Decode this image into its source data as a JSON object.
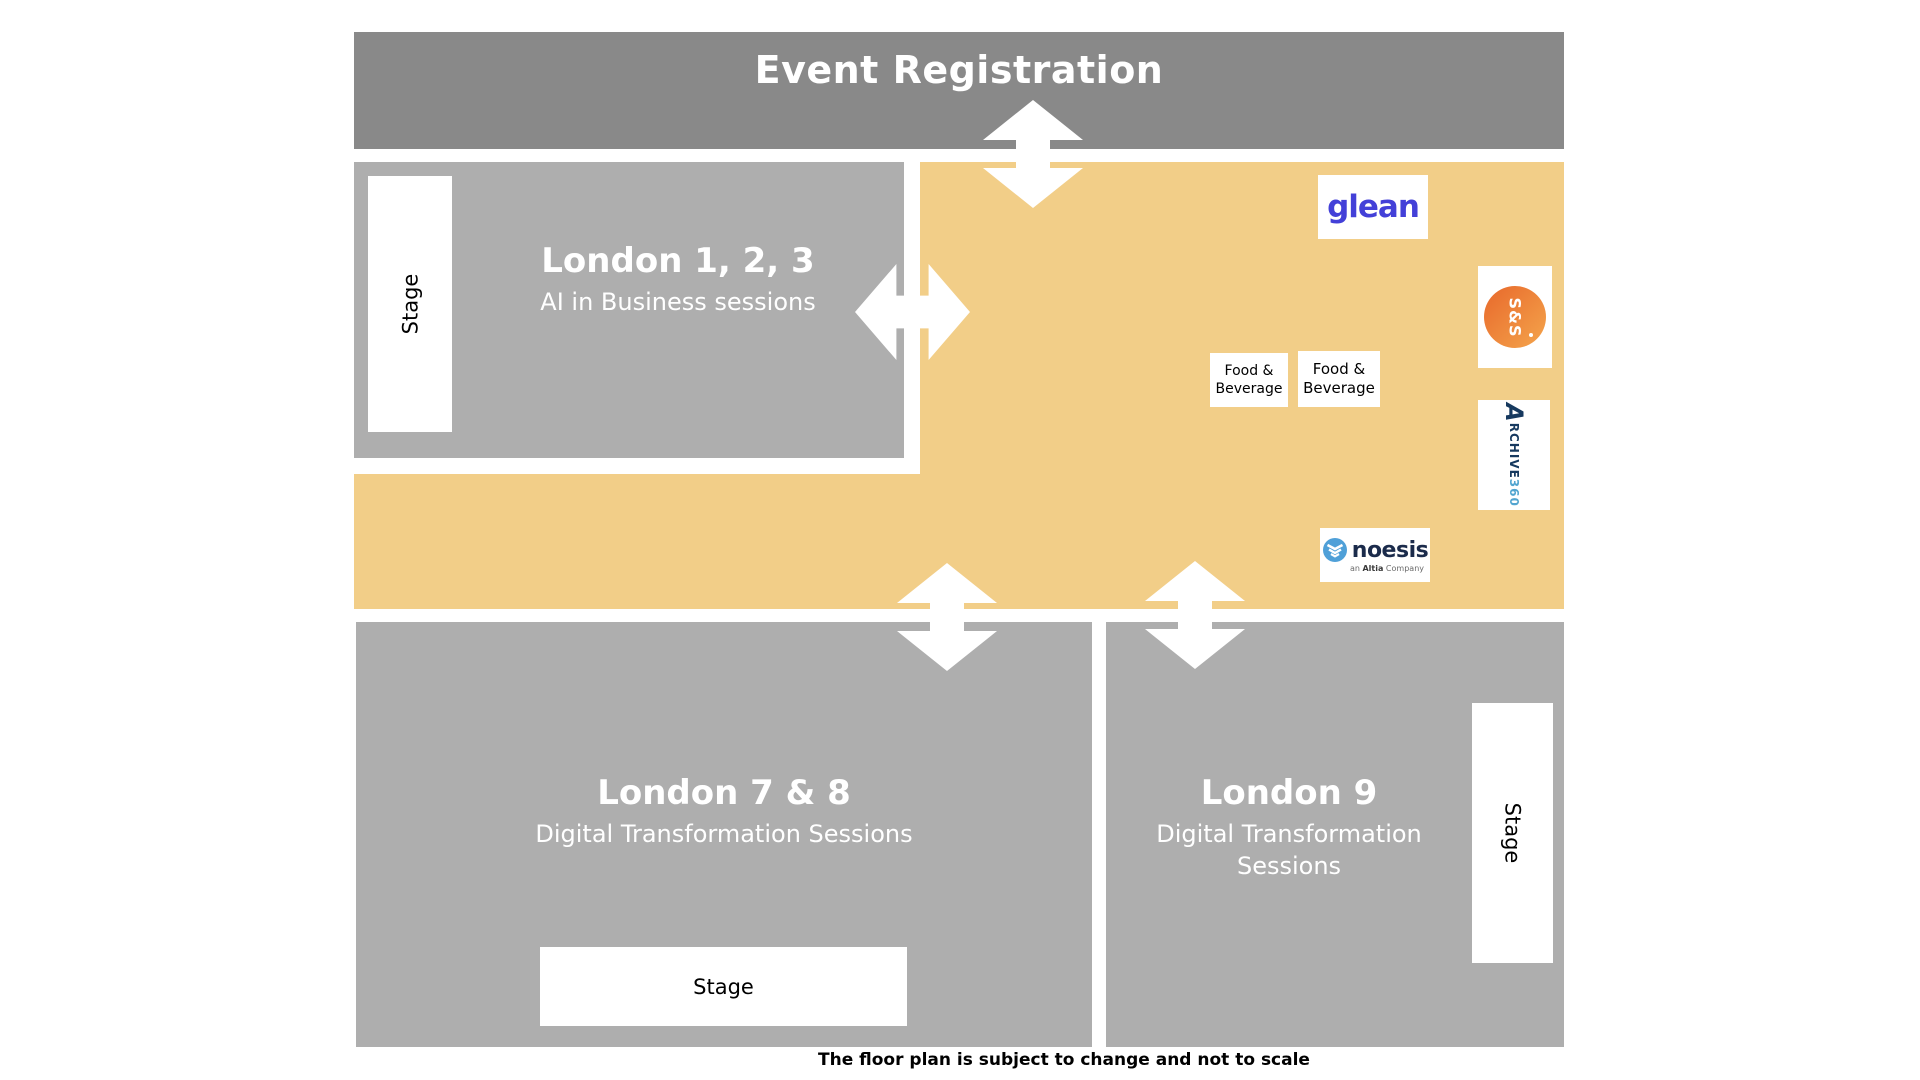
{
  "registration": {
    "label": "Event Registration"
  },
  "rooms": {
    "london123": {
      "title": "London 1, 2, 3",
      "subtitle": "AI in Business sessions",
      "stage_label": "Stage"
    },
    "london78": {
      "title": "London 7 & 8",
      "subtitle": "Digital Transformation Sessions",
      "stage_label": "Stage"
    },
    "london9": {
      "title": "London 9",
      "subtitle": "Digital Transformation Sessions",
      "stage_label": "Stage"
    }
  },
  "expo": {
    "food_beverage_1": "Food & Beverage",
    "food_beverage_2": "Food & Beverage",
    "sponsors": {
      "glean": {
        "label": "glean"
      },
      "ss": {
        "label": "S&S"
      },
      "archive360": {
        "mark": "A",
        "rest": "RCHIVE",
        "suffix": "360"
      },
      "noesis": {
        "name": "noesis",
        "tagline_pre": "an ",
        "tagline_bold": "Altia",
        "tagline_post": " Company"
      }
    }
  },
  "footer": {
    "caption": "The floor plan is subject to change and not to scale"
  },
  "colors": {
    "banner": "#898989",
    "room": "#AEAEAE",
    "expo": "#F2CE88",
    "glean_blue": "#4340D8",
    "ss_orange_dark": "#E8682B",
    "ss_orange_light": "#F4A54C",
    "archive_navy": "#16395F",
    "archive_blue": "#52A5D0",
    "noesis_navy": "#1B2B4B",
    "noesis_blue": "#4FA0D8"
  }
}
